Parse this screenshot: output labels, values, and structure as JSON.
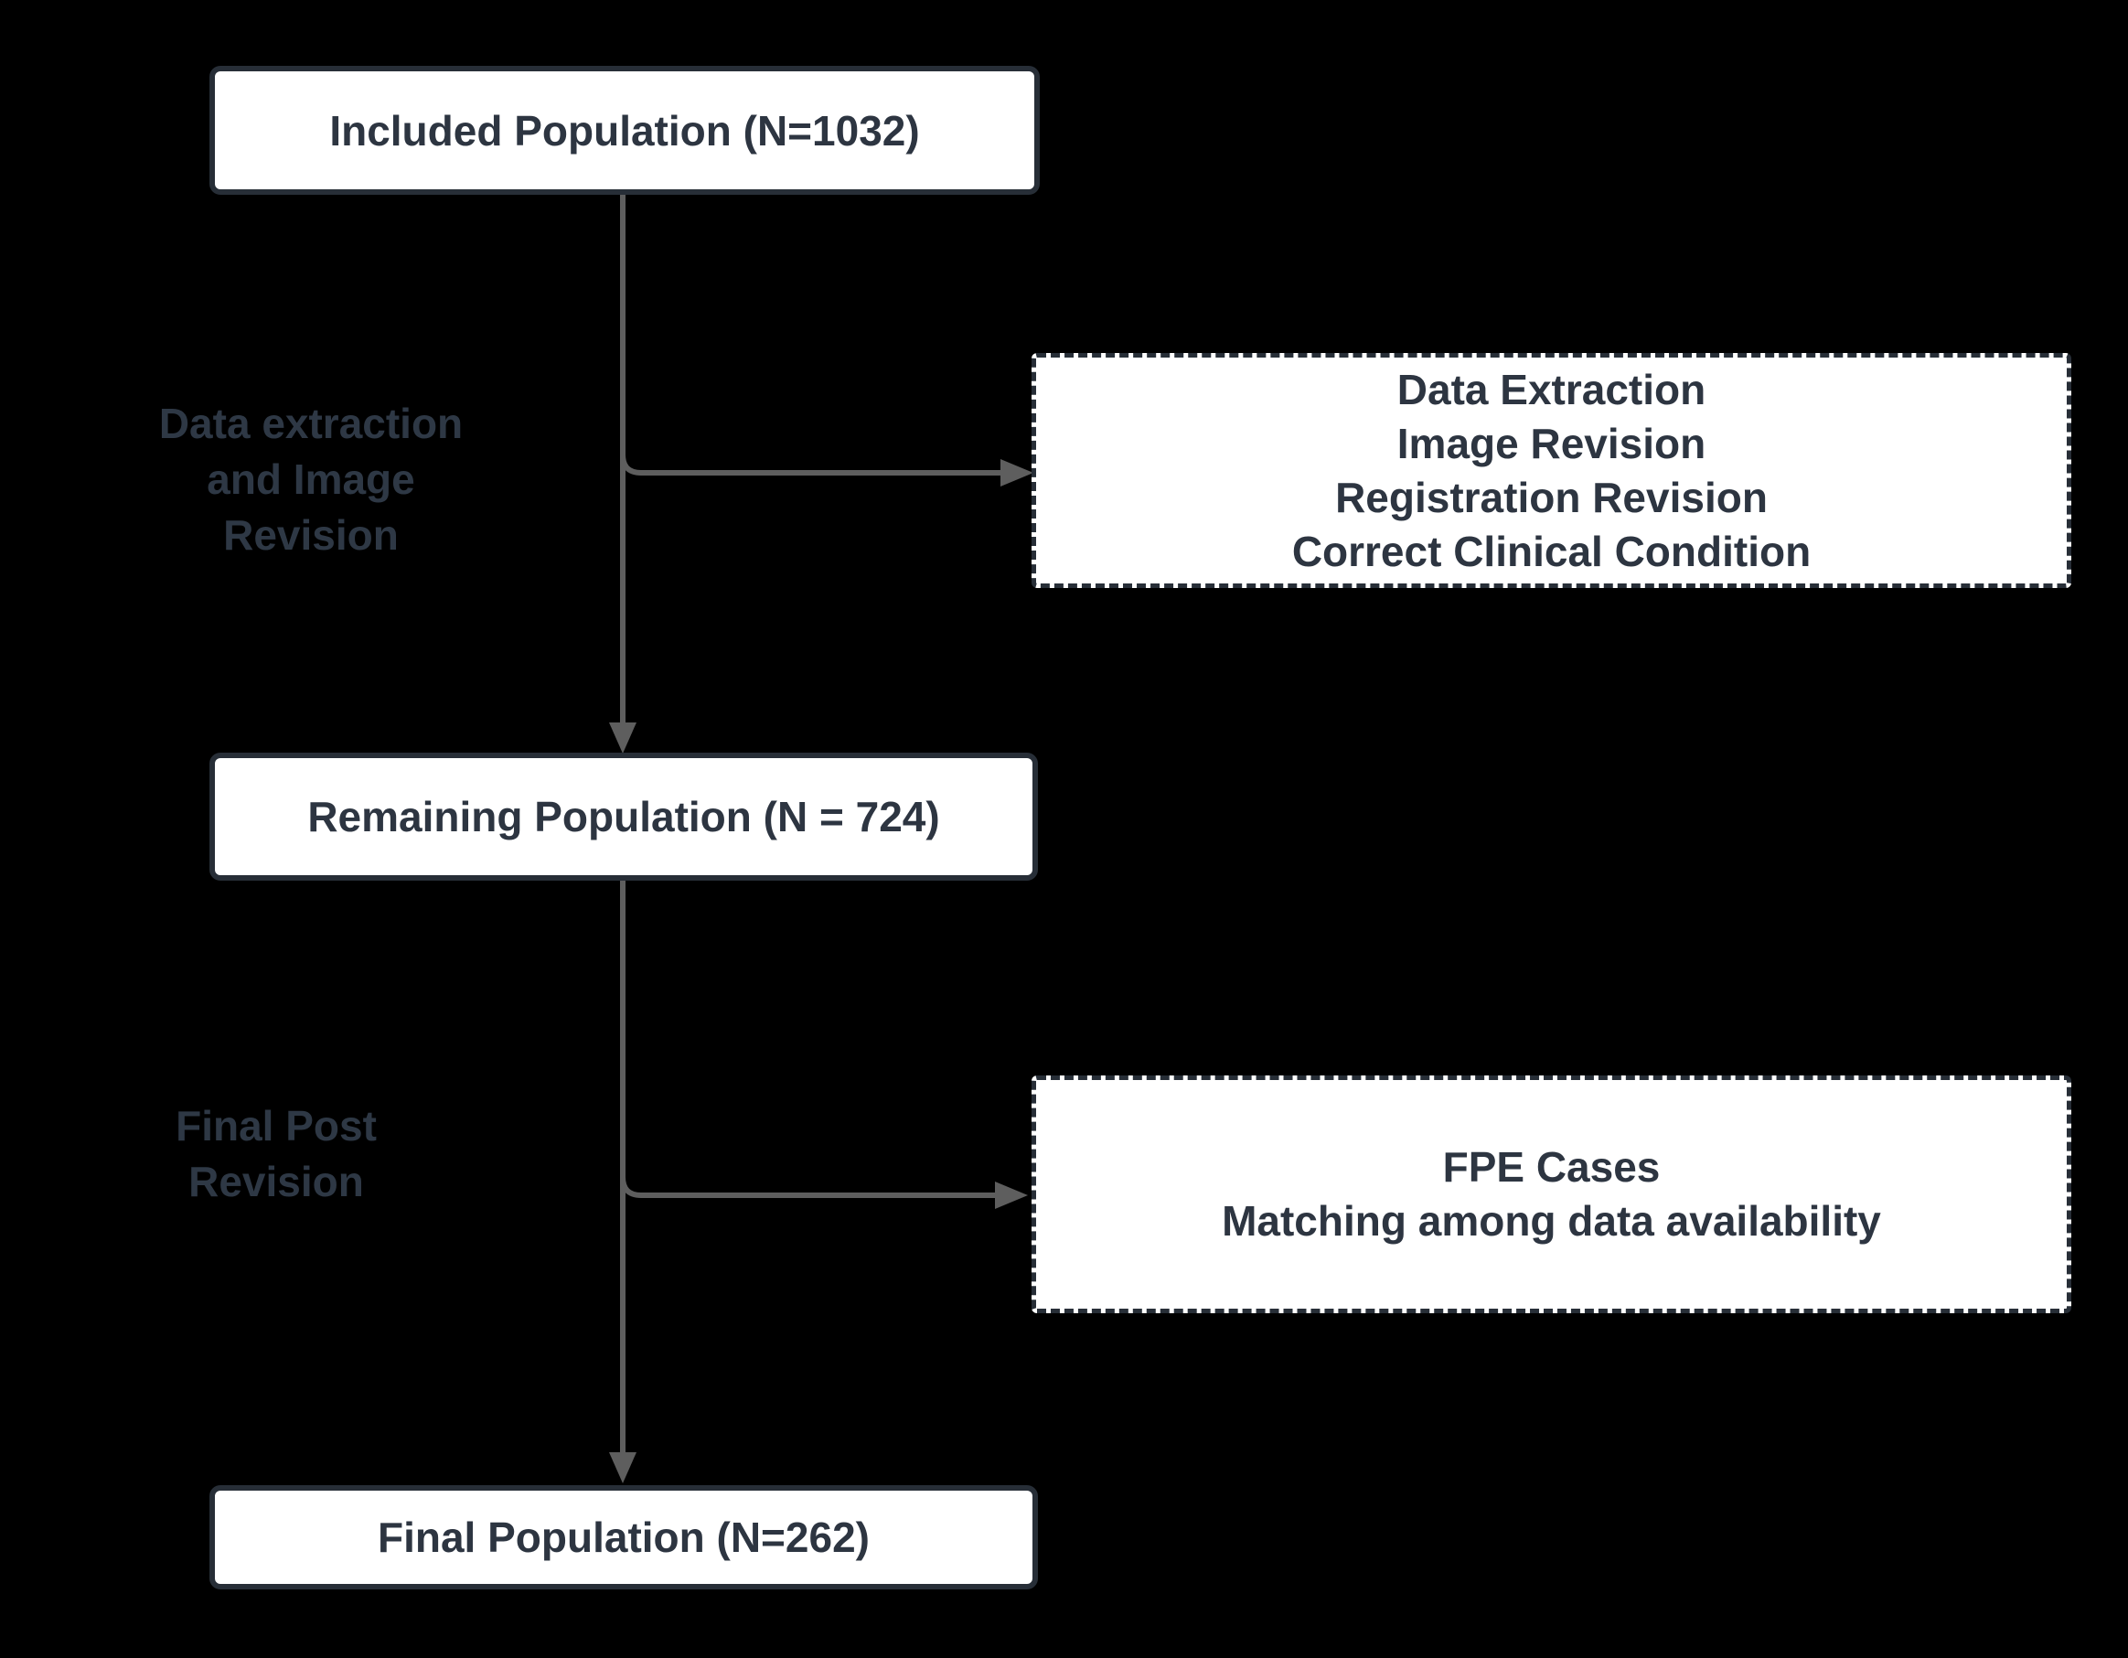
{
  "palette": {
    "background": "#000000",
    "node_fill": "#ffffff",
    "node_border": "#272e37",
    "node_text": "#2d3541",
    "stage_label_text": "#2e3845",
    "arrow": "#5e5e5e"
  },
  "nodes": {
    "included": {
      "label": "Included Population (N=1032)"
    },
    "remaining": {
      "label": "Remaining Population (N = 724)"
    },
    "final": {
      "label": "Final Population (N=262)"
    },
    "revision": {
      "lines": [
        "Data Extraction",
        "Image Revision",
        "Registration Revision",
        "Correct Clinical Condition"
      ]
    },
    "fpe": {
      "lines": [
        "FPE Cases",
        "Matching among data availability"
      ]
    }
  },
  "stage_labels": {
    "extraction": {
      "lines": [
        "Data extraction",
        "and Image",
        "Revision"
      ]
    },
    "final_post": {
      "lines": [
        "Final Post",
        "Revision"
      ]
    }
  }
}
